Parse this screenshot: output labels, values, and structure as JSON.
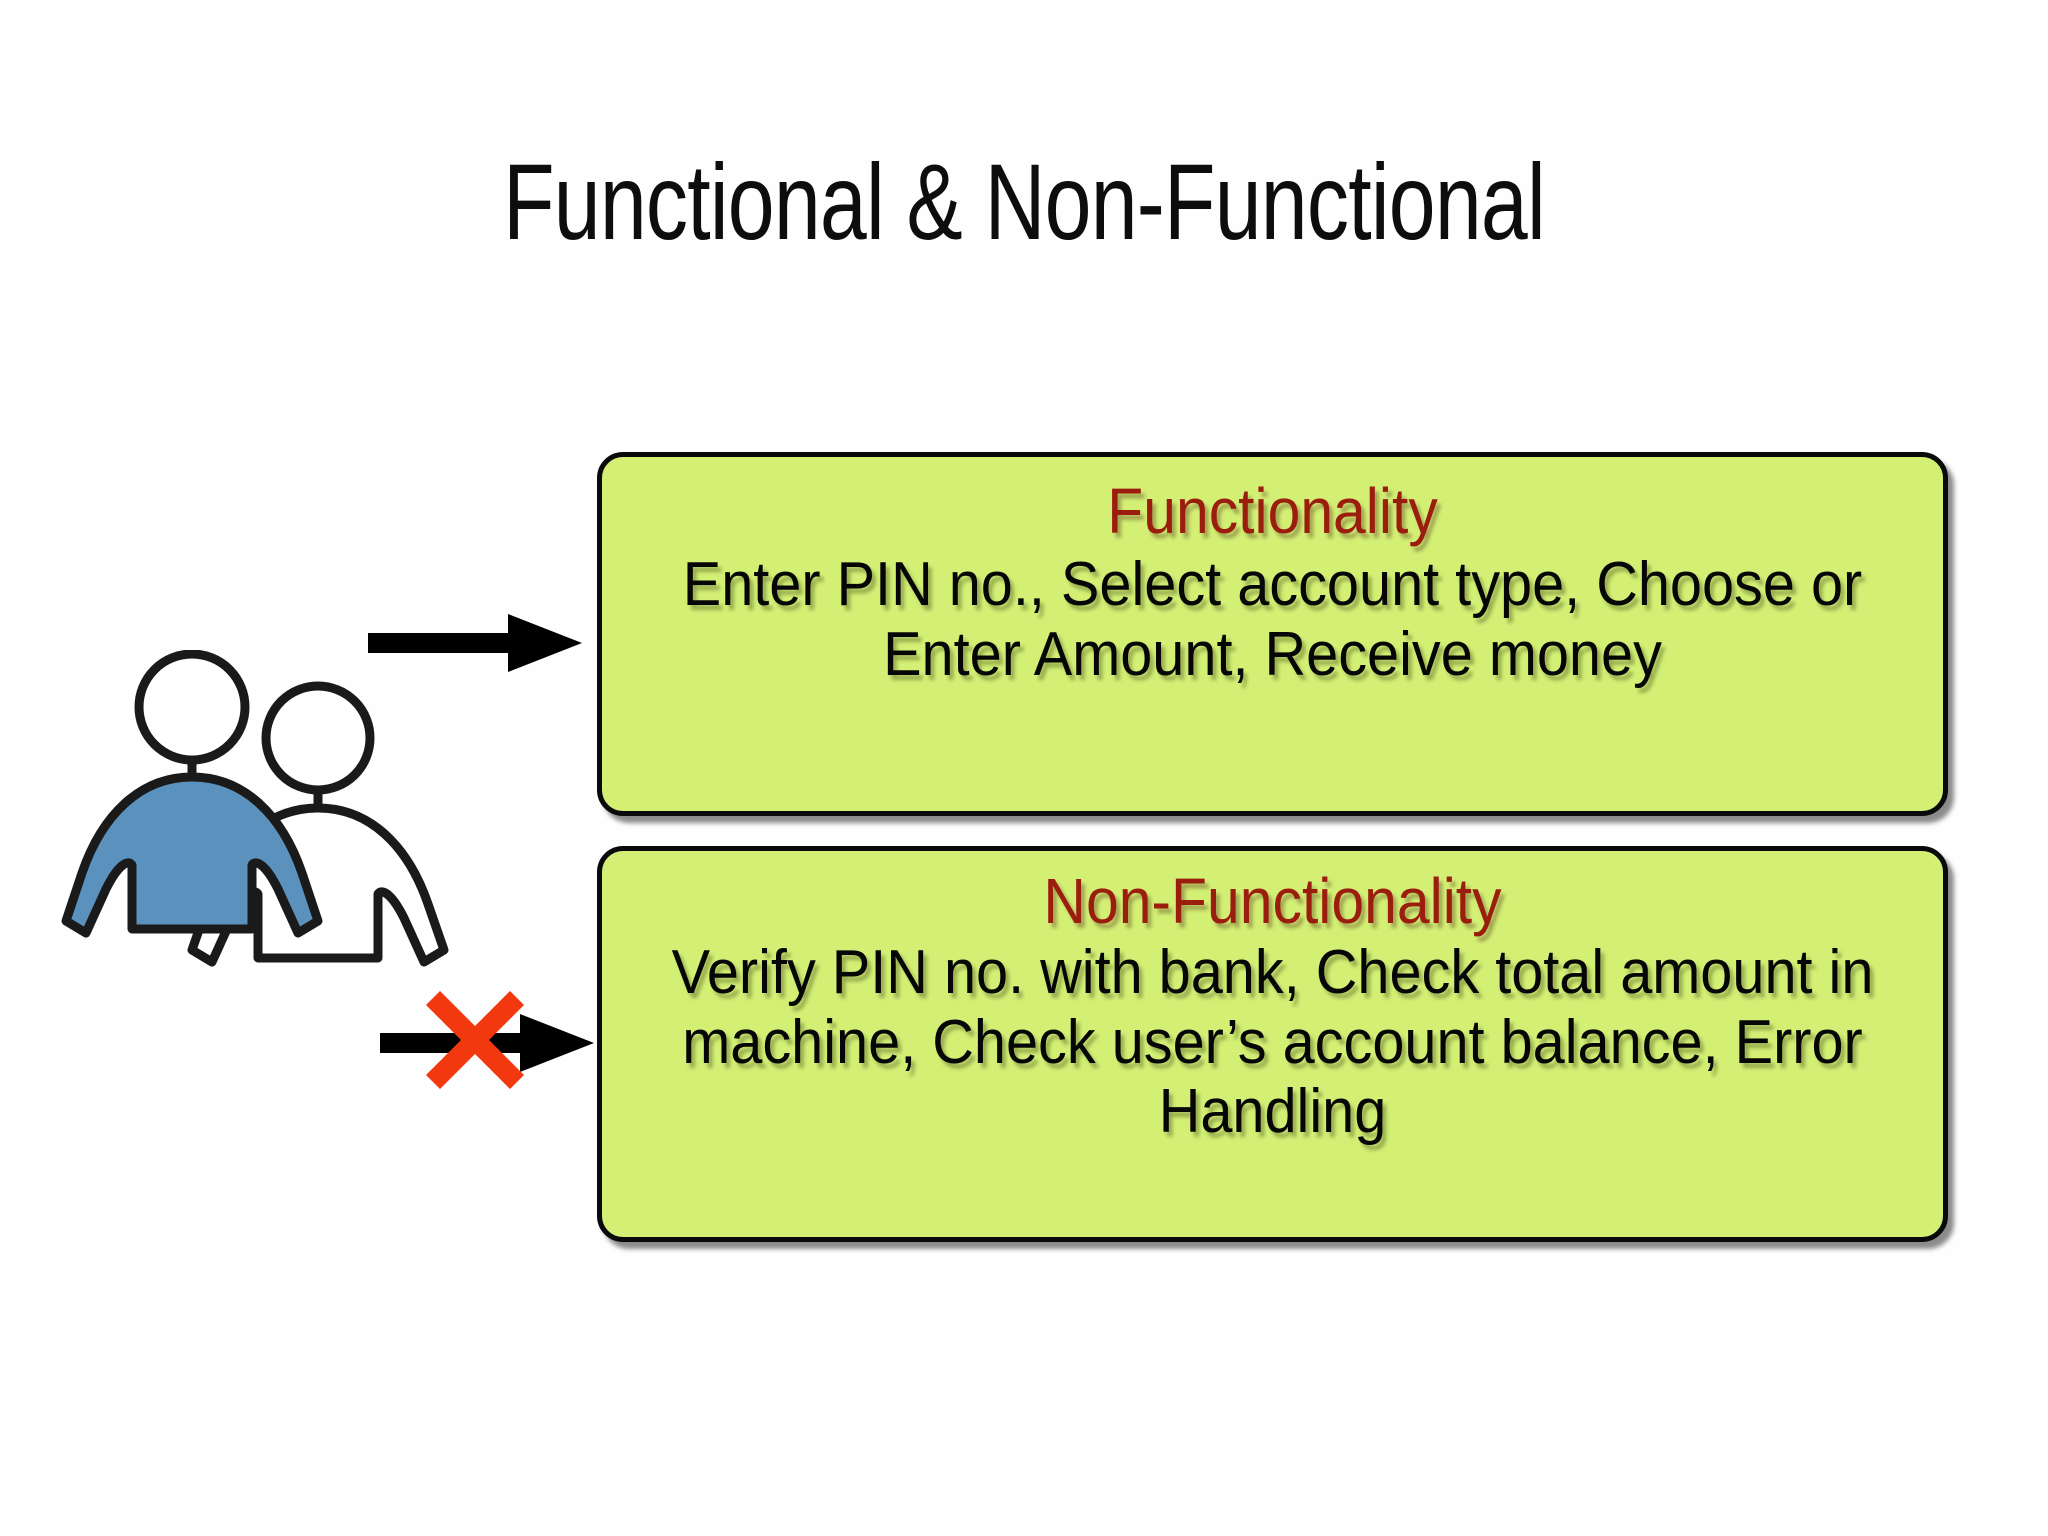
{
  "slide": {
    "title": "Functional & Non-Functional",
    "background_color": "#ffffff"
  },
  "actors": {
    "icon_name": "two-people-icon",
    "person_front_shirt_color": "#5b92bd",
    "person_back_shirt_color": "#ffffff",
    "outline_color": "#1a1a1a"
  },
  "connectors": [
    {
      "name": "arrow-functional",
      "icon": "right-arrow-icon",
      "color": "#000000",
      "blocked": false,
      "target": "Functionality"
    },
    {
      "name": "arrow-nonfunctional",
      "icon": "right-arrow-icon",
      "color": "#000000",
      "blocked": true,
      "blocked_marker": "red-x-icon",
      "blocked_marker_color": "#f2380f",
      "target": "Non-Functionality"
    }
  ],
  "boxes": [
    {
      "name": "functionality",
      "heading": "Functionality",
      "body": "Enter PIN no., Select account type, Choose or Enter Amount, Receive money",
      "fill_color": "#d3f075",
      "border_color": "#0a0a0a",
      "heading_color": "#9b1d0e",
      "body_color": "#060606"
    },
    {
      "name": "non-functionality",
      "heading": "Non-Functionality",
      "body": "Verify PIN no. with bank, Check total amount in machine, Check user’s account balance, Error Handling",
      "fill_color": "#d3f075",
      "border_color": "#0a0a0a",
      "heading_color": "#9b1d0e",
      "body_color": "#060606"
    }
  ]
}
